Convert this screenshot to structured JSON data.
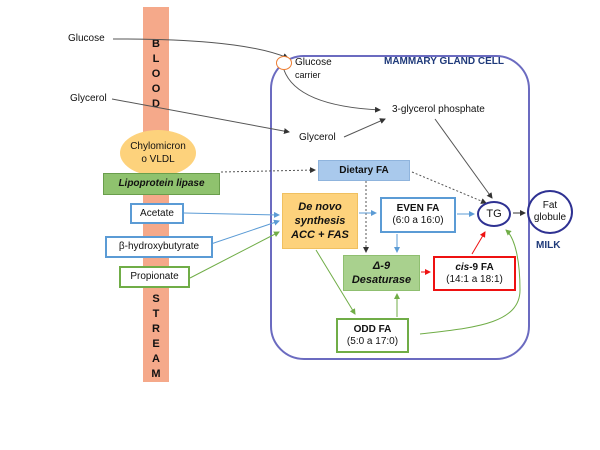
{
  "blood_stream": {
    "top_letters": [
      "B",
      "L",
      "O",
      "O",
      "D"
    ],
    "bottom_letters": [
      "S",
      "T",
      "R",
      "E",
      "A",
      "M"
    ],
    "color": "#f5a98a"
  },
  "inputs": {
    "glucose": "Glucose",
    "glycerol": "Glycerol",
    "chylomicron_line1": "Chylomicron",
    "chylomicron_line2": "o VLDL",
    "lipoprotein_lipase": "Lipoprotein lipase",
    "acetate": "Acetate",
    "bhb": "β-hydroxybutyrate",
    "propionate": "Propionate"
  },
  "cell": {
    "title": "MAMMARY GLAND CELL",
    "glucose_carrier_line1": "Glucose",
    "glucose_carrier_line2": "carrier",
    "glycerol": "Glycerol",
    "glycerol_phosphate": "3-glycerol phosphate",
    "dietary_fa": "Dietary FA",
    "de_novo_line1": "De novo",
    "de_novo_line2": "synthesis",
    "de_novo_line3": "ACC + FAS",
    "even_fa_title": "EVEN FA",
    "even_fa_range": "(6:0 a 16:0)",
    "desaturase_line1": "Δ-9",
    "desaturase_line2": "Desaturase",
    "cis9_prefix": "cis",
    "cis9_suffix": "-9 FA",
    "cis9_range": "(14:1 a 18:1)",
    "odd_fa_title": "ODD FA",
    "odd_fa_range": "(5:0 a 17:0)",
    "tg": "TG"
  },
  "milk": {
    "fat_globule_line1": "Fat",
    "fat_globule_line2": "globule",
    "label": "MILK"
  },
  "colors": {
    "cell_border": "#6b6bc0",
    "blue_arrow": "#5b9bd5",
    "green_arrow": "#70ad47",
    "red_arrow": "#ee1111",
    "gray_arrow": "#555555",
    "dietary_fill": "#a9c9ec",
    "de_novo_fill": "#fdd27c",
    "desaturase_fill": "#a9d18e",
    "lipase_fill": "#8fc26e",
    "chylomicron_fill": "#fdd27c",
    "navy": "#1f3a7a"
  }
}
